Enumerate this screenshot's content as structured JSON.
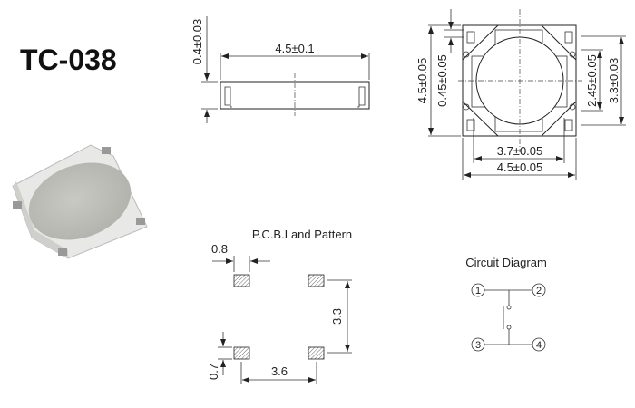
{
  "title": "TC-038",
  "side_view": {
    "width_dim": "4.5±0.1",
    "height_dim": "0.4±0.03"
  },
  "top_view": {
    "overall_height_dim": "4.5±0.05",
    "terminal_gap_dim": "0.45±0.05",
    "inner_height_dim": "2.45±0.05",
    "terminal_span_dim": "3.3±0.03",
    "inner_width_dim": "3.7±0.05",
    "overall_width_dim": "4.5±0.05"
  },
  "pcb_land_pattern": {
    "title": "P.C.B.Land Pattern",
    "pad_width": "0.8",
    "vertical_pitch": "3.3",
    "pad_height": "0.7",
    "horizontal_pitch": "3.6"
  },
  "circuit_diagram": {
    "title": "Circuit Diagram",
    "pins": [
      "1",
      "2",
      "3",
      "4"
    ]
  }
}
